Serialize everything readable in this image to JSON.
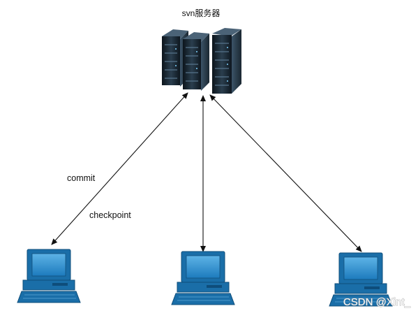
{
  "server": {
    "title": "svn服务器",
    "icon": "server-rack-icon"
  },
  "clients": [
    {
      "icon": "computer-icon"
    },
    {
      "icon": "computer-icon"
    },
    {
      "icon": "computer-icon"
    }
  ],
  "connections": [
    {
      "from": "server",
      "to": "client-1",
      "direction": "both"
    },
    {
      "from": "server",
      "to": "client-2",
      "direction": "both"
    },
    {
      "from": "server",
      "to": "client-3",
      "direction": "both"
    }
  ],
  "labels": {
    "commit": "commit",
    "checkpoint": "checkpoint"
  },
  "watermark": "CSDN @Xint_",
  "colors": {
    "arrow": "#111111",
    "computer_fill": "#1a6ea8",
    "server_fill": "#1f2c36"
  }
}
